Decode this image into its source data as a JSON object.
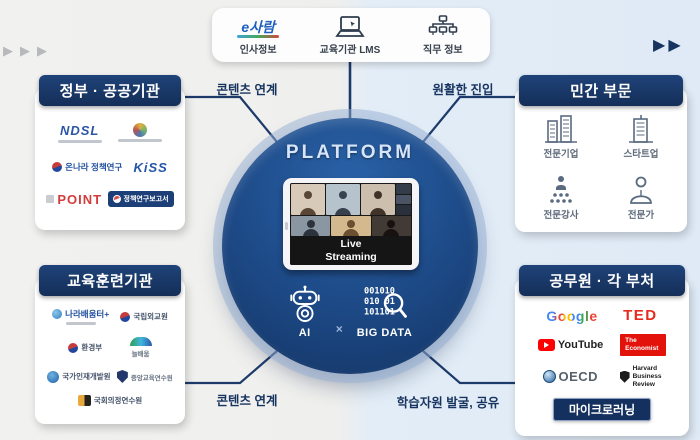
{
  "decor": {
    "arrow": "▶"
  },
  "top_panel": {
    "esaram_label": "e사람",
    "items": [
      {
        "label": "인사정보"
      },
      {
        "label": "교육기관 LMS"
      },
      {
        "label": "직무 정보"
      }
    ]
  },
  "connections": {
    "top_left": "콘텐츠 연계",
    "top_right": "원활한 진입",
    "bottom_left": "콘텐츠 연계",
    "bottom_right": "학습자원 발굴, 공유"
  },
  "center": {
    "title": "PLATFORM",
    "live1": "Live",
    "live2": "Streaming",
    "ai": "AI",
    "times": "×",
    "bigdata": "BIG DATA"
  },
  "gov": {
    "title": "정부 · 공공기관",
    "ndsl": "NDSL",
    "onnara": "온나라 정책연구",
    "kiss": "KiSS",
    "point": "POINT",
    "report": "정책연구보고서"
  },
  "edu": {
    "title": "교육훈련기관",
    "items": [
      "나라배움터+",
      "국립외교원",
      "환경부",
      "늘배움",
      "국가인재개발원",
      "중앙교육연수원",
      "국회의정연수원"
    ]
  },
  "private": {
    "title": "민간 부문",
    "items": [
      "전문기업",
      "스타트업",
      "전문강사",
      "전문가"
    ]
  },
  "civil": {
    "title": "공무원 · 각 부처",
    "google": "Google",
    "ted": "TED",
    "youtube": "YouTube",
    "economist_1": "The",
    "economist_2": "Economist",
    "oecd": "OECD",
    "hbr_1": "Harvard",
    "hbr_2": "Business",
    "hbr_3": "Review",
    "badge": "마이크로러닝"
  }
}
